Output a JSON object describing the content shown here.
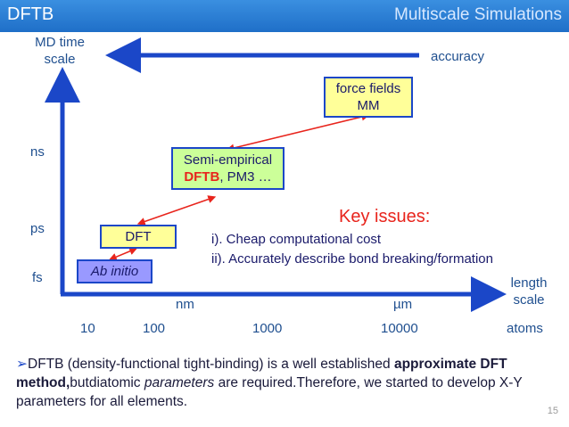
{
  "header": {
    "left_title": "DFTB",
    "right_title": "Multiscale Simulations"
  },
  "axes": {
    "y_label": "MD time scale",
    "x_label": "length scale",
    "accuracy_label": "accuracy",
    "time_ticks": [
      "ns",
      "ps",
      "fs"
    ],
    "unit_ticks": [
      "nm",
      "µm"
    ],
    "atom_ticks": [
      "10",
      "100",
      "1000",
      "10000"
    ],
    "atoms_label": "atoms"
  },
  "boxes": {
    "force_fields": {
      "line1": "force fields",
      "line2": "MM"
    },
    "semi_empirical": {
      "line1": "Semi-empirical",
      "highlight": "DFTB",
      "line2_rest": ", PM3 …"
    },
    "dft": {
      "label": "DFT"
    },
    "ab_initio": {
      "label": "Ab initio"
    }
  },
  "issues": {
    "title": "Key issues:",
    "items": [
      "i). Cheap computational cost",
      "ii). Accurately describe bond breaking/formation"
    ]
  },
  "bottom_text": {
    "bullet": "➢",
    "p1": "DFTB (density-functional tight-binding) is a well established ",
    "p2_bold": "approximate DFT method,",
    "p3": "butdiatomic ",
    "p4_italic": "parameters",
    "p5": " are required.Therefore, we started to develop X-Y parameters for all elements."
  },
  "page_number": "15",
  "colors": {
    "header_blue": "#2a7fd8",
    "axis_blue": "#1b47c8",
    "arrow_red": "#e8241c",
    "box_yellow": "#ffff99",
    "box_green_fill": "#ccff99",
    "box_blue_fill": "#9999ff"
  }
}
